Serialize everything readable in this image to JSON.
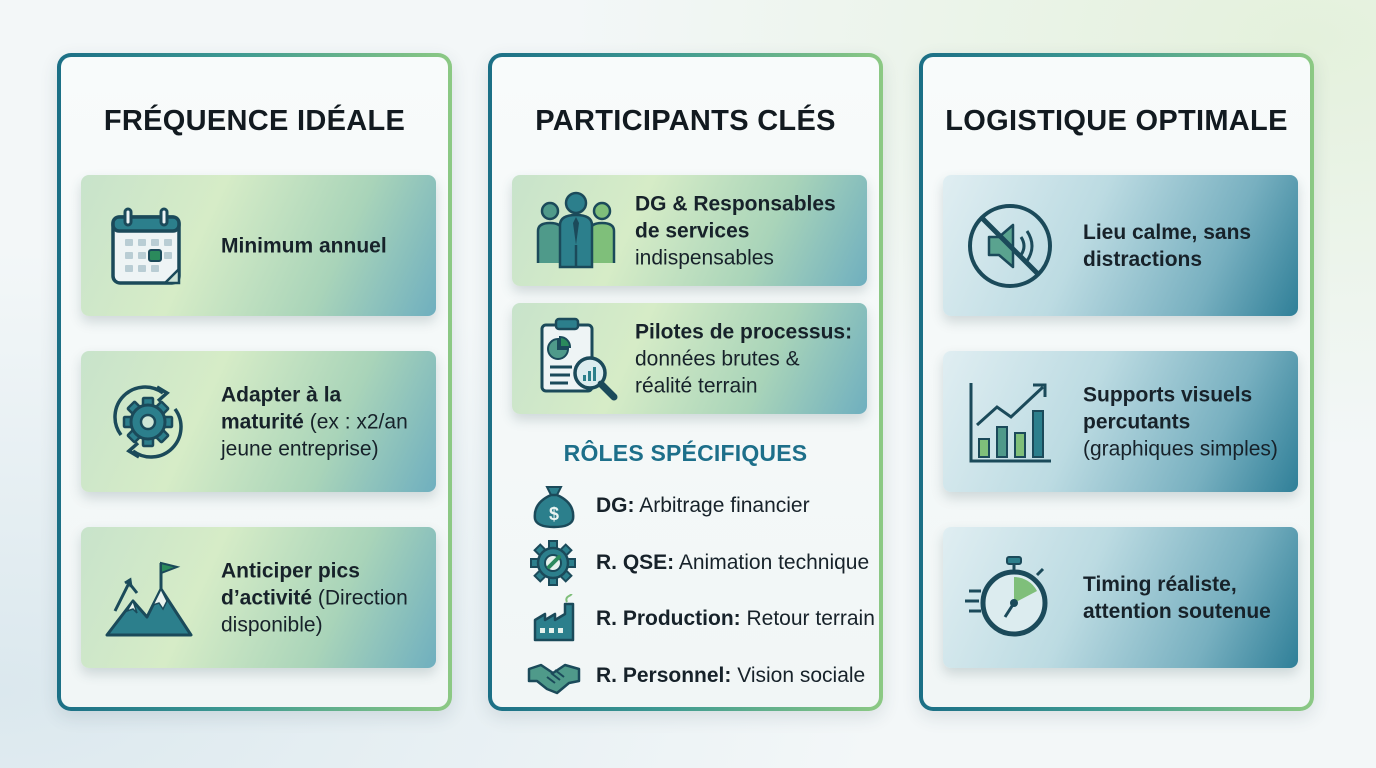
{
  "columns": [
    {
      "title": "FRÉQUENCE IDÉALE",
      "cards": [
        {
          "icon": "calendar-icon",
          "bold": "Minimum annuel",
          "normal": ""
        },
        {
          "icon": "gear-cycle-icon",
          "bold": "Adapter à la maturité",
          "normal": "(ex : x2/an jeune entreprise)"
        },
        {
          "icon": "mountain-flag-icon",
          "bold": "Anticiper pics d’activité",
          "normal": "(Direction disponible)"
        }
      ]
    },
    {
      "title": "PARTICIPANTS CLÉS",
      "cards": [
        {
          "icon": "team-icon",
          "bold": "DG & Responsables de services",
          "normal": "indispensables"
        },
        {
          "icon": "report-magnifier-icon",
          "bold": "Pilotes de processus:",
          "normal": "données brutes & réalité terrain"
        }
      ],
      "roles_title": "RÔLES SPÉCIFIQUES",
      "roles": [
        {
          "icon": "money-bag-icon",
          "bold": "DG:",
          "normal": "Arbitrage financier"
        },
        {
          "icon": "gear-wrench-icon",
          "bold": "R. QSE:",
          "normal": "Animation technique"
        },
        {
          "icon": "factory-icon",
          "bold": "R. Production:",
          "normal": "Retour terrain"
        },
        {
          "icon": "handshake-icon",
          "bold": "R. Personnel:",
          "normal": "Vision sociale"
        }
      ]
    },
    {
      "title": "LOGISTIQUE OPTIMALE",
      "cards": [
        {
          "icon": "no-sound-icon",
          "bold": "Lieu calme, sans distractions",
          "normal": ""
        },
        {
          "icon": "bar-chart-icon",
          "bold": "Supports visuels percutants",
          "normal": "(graphiques simples)"
        },
        {
          "icon": "stopwatch-icon",
          "bold": "Timing réaliste, attention soutenue",
          "normal": ""
        }
      ]
    }
  ],
  "colors": {
    "accent_teal": "#1d6f8a",
    "accent_green": "#8cc984",
    "dark": "#1b4a5a"
  }
}
